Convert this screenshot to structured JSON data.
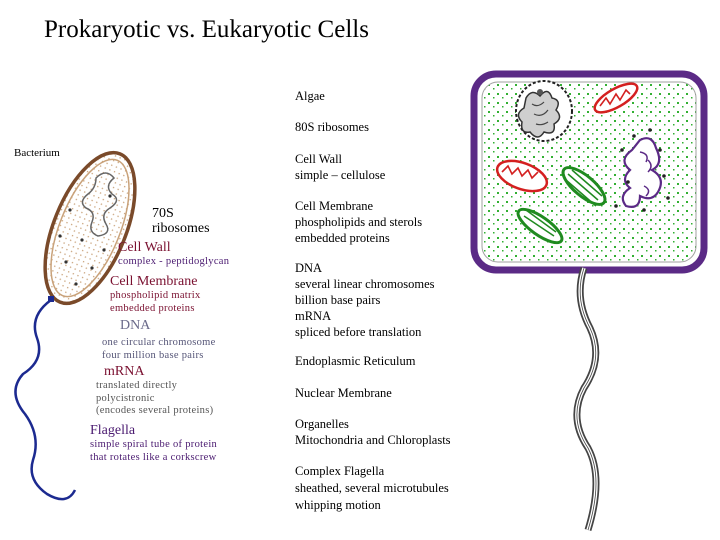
{
  "title": "Prokaryotic vs. Eukaryotic Cells",
  "bacterium_label": "Bacterium",
  "prokaryote": {
    "ribosomes": [
      "70S",
      "ribosomes"
    ],
    "cell_wall": {
      "heading": "Cell Wall",
      "lines": [
        "complex - peptidoglycan"
      ]
    },
    "cell_membrane": {
      "heading": "Cell Membrane",
      "lines": [
        "phospholipid matrix",
        "embedded proteins"
      ]
    },
    "dna": {
      "heading": "DNA",
      "lines": [
        "one circular chromosome",
        "four million base pairs"
      ]
    },
    "mrna": {
      "heading": "mRNA",
      "lines": [
        "translated directly",
        "polycistronic",
        "(encodes several proteins)"
      ]
    },
    "flagella": {
      "heading": "Flagella",
      "lines": [
        "simple spiral tube of protein",
        "that rotates like a corkscrew"
      ]
    }
  },
  "eukaryote": {
    "algae": "Algae",
    "ribosomes": "80S  ribosomes",
    "cell_wall": [
      "Cell Wall",
      "simple – cellulose"
    ],
    "cell_membrane": [
      "Cell Membrane",
      "phospholipids and sterols",
      "embedded proteins"
    ],
    "dna": [
      "DNA",
      "several linear chromosomes",
      "billion base pairs",
      "mRNA",
      "spliced before translation"
    ],
    "er": "Endoplasmic Reticulum",
    "nuclear_membrane": "Nuclear Membrane",
    "organelles": [
      "Organelles",
      "Mitochondria and Chloroplasts"
    ],
    "flagella": [
      "Complex Flagella",
      "sheathed, several microtubules",
      "whipping motion"
    ]
  },
  "colors": {
    "cell_wall": "#5b2a86",
    "cytoplasm_dots": "#33b033",
    "mitochondria": "#d42020",
    "chloroplast": "#208a20",
    "bacterium_wall": "#7a4a2a",
    "flagellum_bacterium": "#1c2a90",
    "text_maroon": "#7a1030",
    "text_purple": "#4a1a70"
  }
}
